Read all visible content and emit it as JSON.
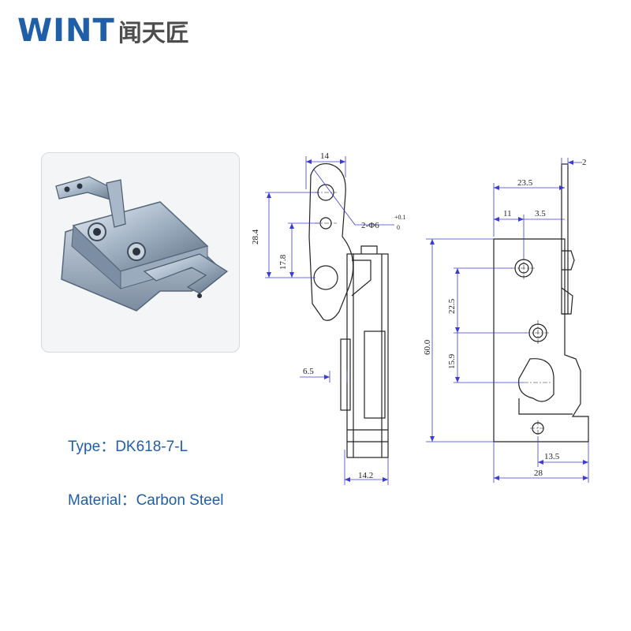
{
  "brand": {
    "latin": "WINT",
    "chinese": "闻天匠",
    "color": "#1f5fa8"
  },
  "specs": {
    "type_label": "Type：",
    "type_value": "DK618-7-L",
    "material_label": "Material：",
    "material_value": "Carbon Steel"
  },
  "dimensions": {
    "d14": "14",
    "d28_4": "28.4",
    "d17_8": "17.8",
    "d6_5": "6.5",
    "d14_2": "14.2",
    "hole_prefix": "2-Φ6",
    "hole_tol_upper": "+0.1",
    "hole_tol_lower": "0",
    "d2": "2",
    "d23_5": "23.5",
    "d11": "11",
    "d3_5": "3.5",
    "d22_5": "22.5",
    "d15_9": "15.9",
    "d_overall": "60.0",
    "d13_5": "13.5",
    "d28": "28"
  },
  "colors": {
    "dimension_line": "#3b3bd6",
    "outline": "#222222",
    "spec_text": "#1f5fa8"
  }
}
